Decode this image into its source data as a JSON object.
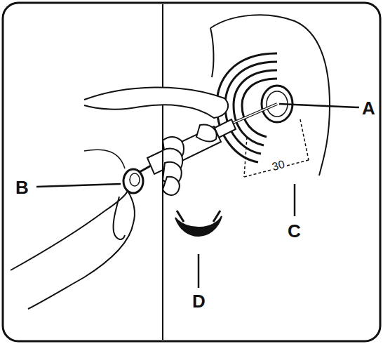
{
  "diagram": {
    "labels": [
      "A",
      "B",
      "30",
      "C",
      "D"
    ]
  }
}
